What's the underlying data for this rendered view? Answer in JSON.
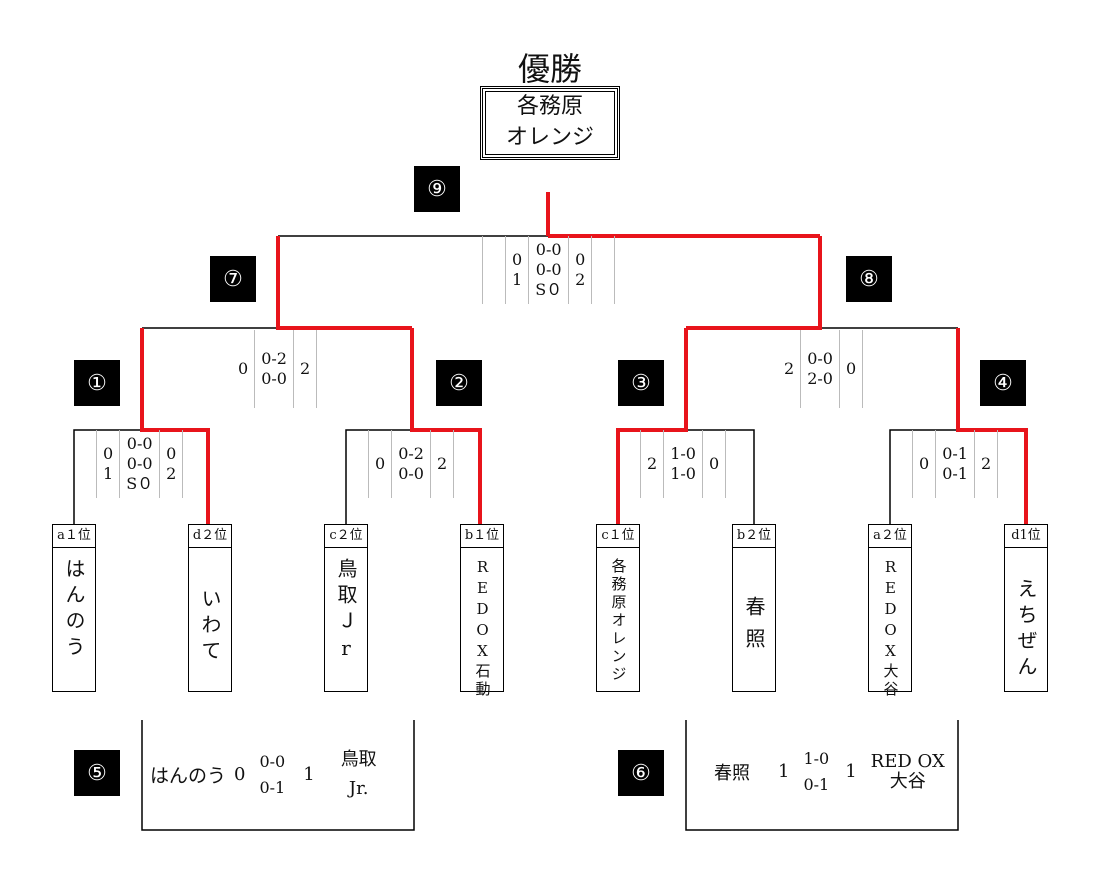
{
  "title": "優勝",
  "champion": {
    "line1": "各務原",
    "line2": "オレンジ"
  },
  "match_numbers": [
    "①",
    "②",
    "③",
    "④",
    "⑤",
    "⑥",
    "⑦",
    "⑧",
    "⑨"
  ],
  "teams": [
    {
      "rank": "a１位",
      "name": "はんのう"
    },
    {
      "rank": "d２位",
      "name": "いわて"
    },
    {
      "rank": "c２位",
      "name": "鳥取Ｊr"
    },
    {
      "rank": "b１位",
      "name": "REDOX石動"
    },
    {
      "rank": "c１位",
      "name": "各務原オレンジ"
    },
    {
      "rank": "b２位",
      "name": "春照"
    },
    {
      "rank": "a２位",
      "name": "REDOX大谷"
    },
    {
      "rank": "d1位",
      "name": "えちぜん"
    }
  ],
  "scores": {
    "m1": {
      "left": [
        "0",
        "1"
      ],
      "mid": [
        "0-0",
        "0-0",
        "S０"
      ],
      "right": [
        "0",
        "2"
      ]
    },
    "m2": {
      "left": [
        "0"
      ],
      "mid": [
        "0-2",
        "0-0"
      ],
      "right": [
        "2"
      ]
    },
    "m3": {
      "left": [
        "2"
      ],
      "mid": [
        "1-0",
        "1-0"
      ],
      "right": [
        "0"
      ]
    },
    "m4": {
      "left": [
        "0"
      ],
      "mid": [
        "0-1",
        "0-1"
      ],
      "right": [
        "2"
      ]
    },
    "m7": {
      "left": [
        "0"
      ],
      "mid": [
        "0-2",
        "0-0"
      ],
      "right": [
        "2"
      ]
    },
    "m8": {
      "left": [
        "2"
      ],
      "mid": [
        "0-0",
        "2-0"
      ],
      "right": [
        "0"
      ]
    },
    "m9": {
      "left": [
        "0",
        "1"
      ],
      "mid": [
        "0-0",
        "0-0",
        "S０"
      ],
      "right": [
        "0",
        "2"
      ]
    }
  },
  "consolation": {
    "m5": {
      "team1": "はんのう",
      "score1": "0",
      "sets": [
        "0-0",
        "0-1"
      ],
      "score2": "1",
      "team2": [
        "鳥取",
        "Jr."
      ]
    },
    "m6": {
      "team1": "春照",
      "score1": "1",
      "sets": [
        "1-0",
        "0-1"
      ],
      "score2": "1",
      "team2": [
        "RED OX",
        "大谷"
      ]
    }
  },
  "colors": {
    "winner_line": "#e8141b",
    "line": "#000000"
  }
}
